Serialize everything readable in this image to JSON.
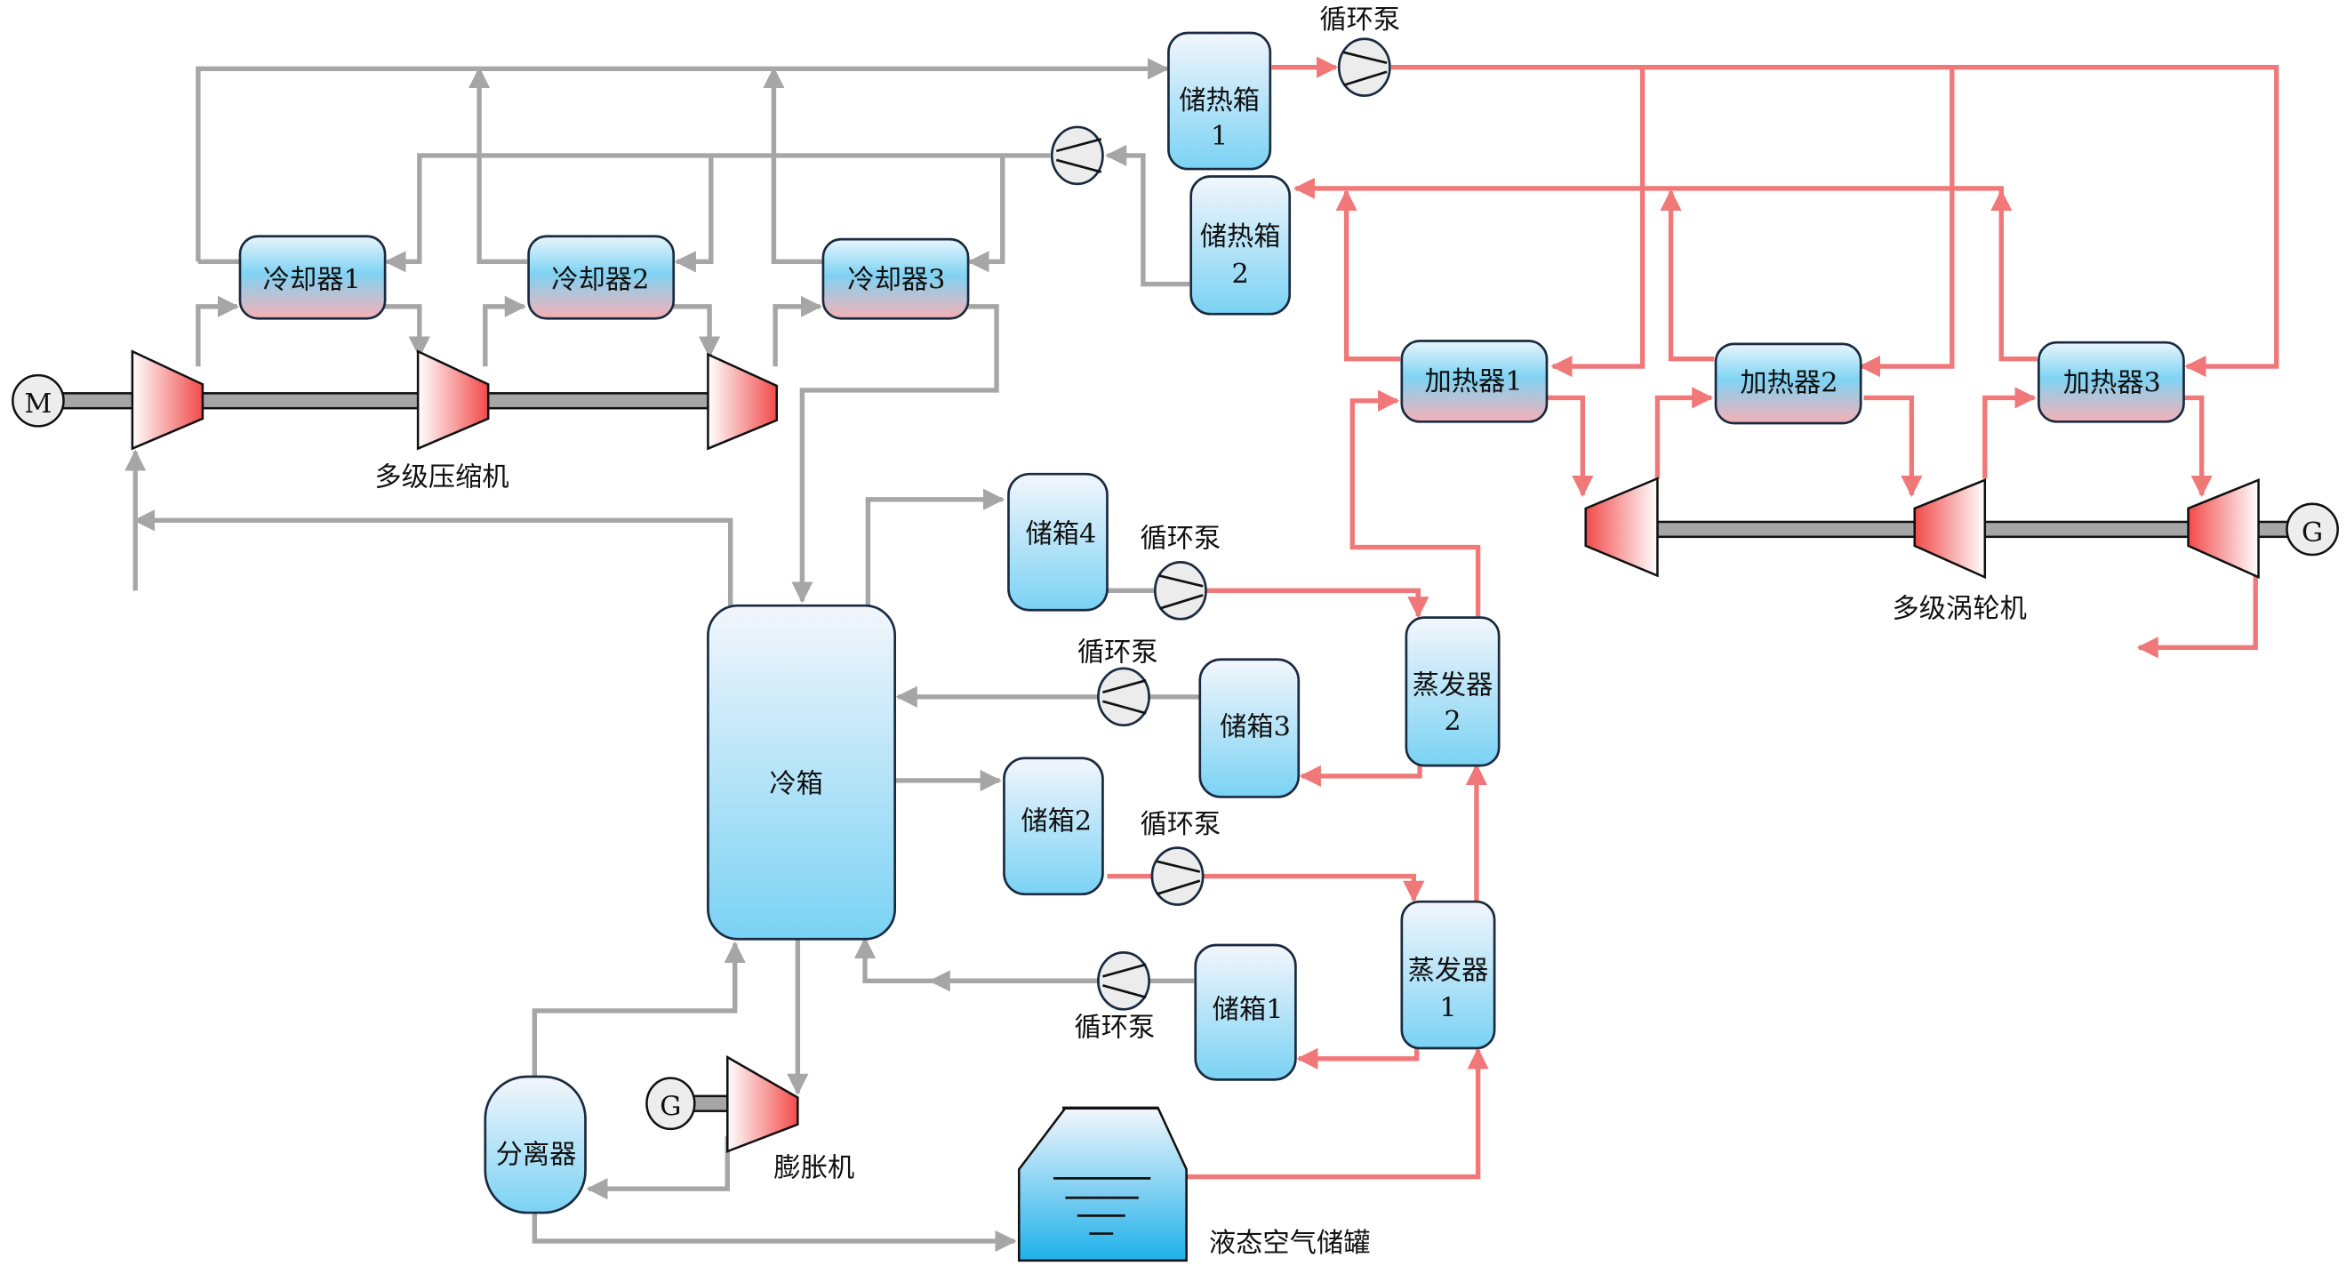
{
  "diagram": {
    "compressor_group_label": "多级压缩机",
    "turbine_group_label": "多级涡轮机",
    "motor_label": "M",
    "generator_label": "G",
    "coolers": [
      "冷却器1",
      "冷却器2",
      "冷却器3"
    ],
    "heaters": [
      "加热器1",
      "加热器2",
      "加热器3"
    ],
    "heat_storage": [
      {
        "line1": "储热箱",
        "line2": "1"
      },
      {
        "line1": "储热箱",
        "line2": "2"
      }
    ],
    "cold_box": "冷箱",
    "tanks": [
      "储箱1",
      "储箱2",
      "储箱3",
      "储箱4"
    ],
    "evaporators": [
      {
        "line1": "蒸发器",
        "line2": "1"
      },
      {
        "line1": "蒸发器",
        "line2": "2"
      }
    ],
    "pump_label": "循环泵",
    "separator": "分离器",
    "expander_label": "膨胀机",
    "liquid_air_tank_label": "液态空气储罐",
    "colors": {
      "cold_stream": "#a6a6a6",
      "hot_stream": "#f07878",
      "box_blue": "#7fd3f3",
      "box_pink": "#f4b3b9"
    }
  }
}
